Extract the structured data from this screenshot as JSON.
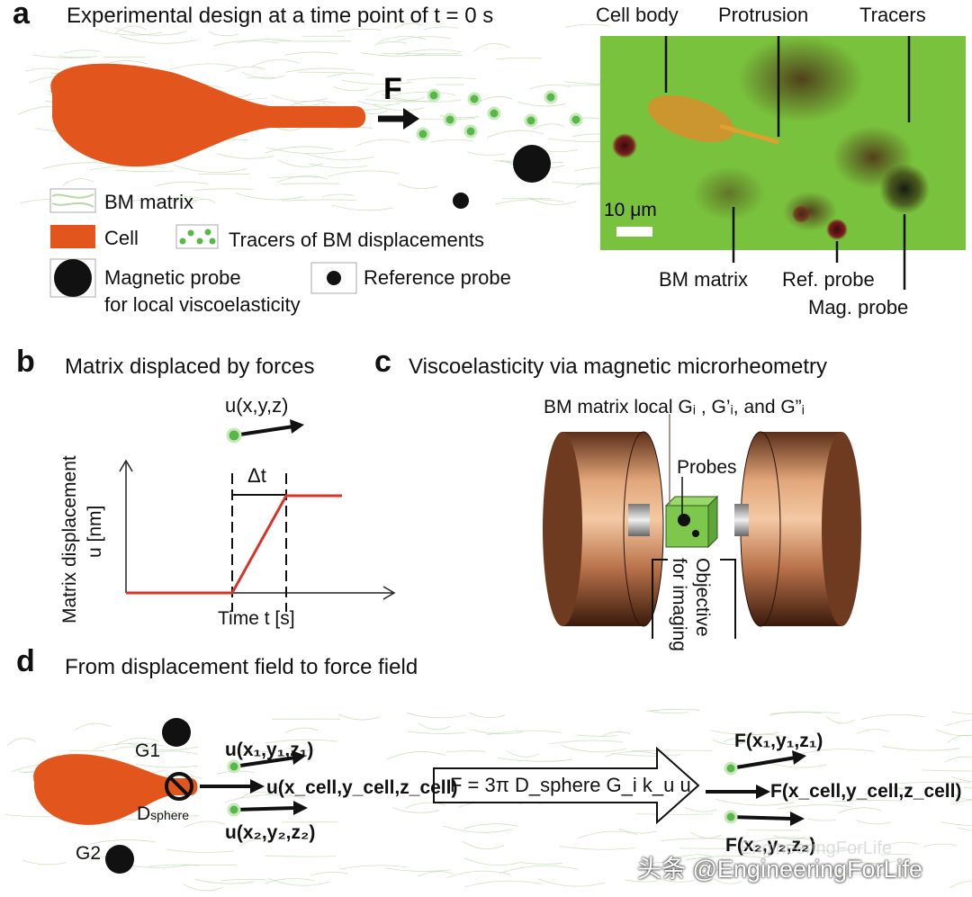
{
  "colors": {
    "cell": "#e2561d",
    "tracer": "#58b847",
    "probe": "#111111",
    "curve": "#d8332a",
    "micro_bg": "#79c23d",
    "fiber": "#b9d6a8"
  },
  "panel_a": {
    "letter": "a",
    "title": "Experimental design at a time point of t = 0 s",
    "force_label": "F",
    "legend": {
      "bm_matrix": "BM matrix",
      "cell": "Cell",
      "tracers": "Tracers of BM displacements",
      "mag_probe_line1": "Magnetic probe",
      "mag_probe_line2": "for local viscoelasticity",
      "ref_probe": "Reference probe"
    },
    "micrograph": {
      "cell_body": "Cell body",
      "protrusion": "Protrusion",
      "tracers": "Tracers",
      "scale": "10 μm",
      "bm_matrix": "BM matrix",
      "ref_probe": "Ref. probe",
      "mag_probe": "Mag. probe"
    }
  },
  "panel_b": {
    "letter": "b",
    "title": "Matrix displaced by forces",
    "vector_label": "u(x,y,z)",
    "delta": "Δt",
    "ylabel_line1": "Matrix displacement",
    "ylabel_line2": "u [nm]",
    "xlabel": "Time t [s]"
  },
  "panel_c": {
    "letter": "c",
    "title": "Viscoelasticity via magnetic microrheometry",
    "local_label": "BM matrix local Gᵢ , G’ᵢ, and G”ᵢ",
    "probes": "Probes",
    "objective_line1": "Objective",
    "objective_line2": "for imaging"
  },
  "panel_d": {
    "letter": "d",
    "title": "From displacement field to force field",
    "g1": "G1",
    "g2": "G2",
    "d_main": "D",
    "d_sub": "sphere",
    "u1": "u(x₁,y₁,z₁)",
    "u_cell": "u(x_cell,y_cell,z_cell)",
    "u2": "u(x₂,y₂,z₂)",
    "equation": "F = 3π D_sphere G_i k_u u",
    "f1": "F(x₁,y₁,z₁)",
    "f_cell": "F(x_cell,y_cell,z_cell)",
    "f2": "F(x₂,y₂,z₂)"
  },
  "watermark": {
    "text": "头条 @EngineeringForLife",
    "faded": "EngineeringForLife"
  }
}
